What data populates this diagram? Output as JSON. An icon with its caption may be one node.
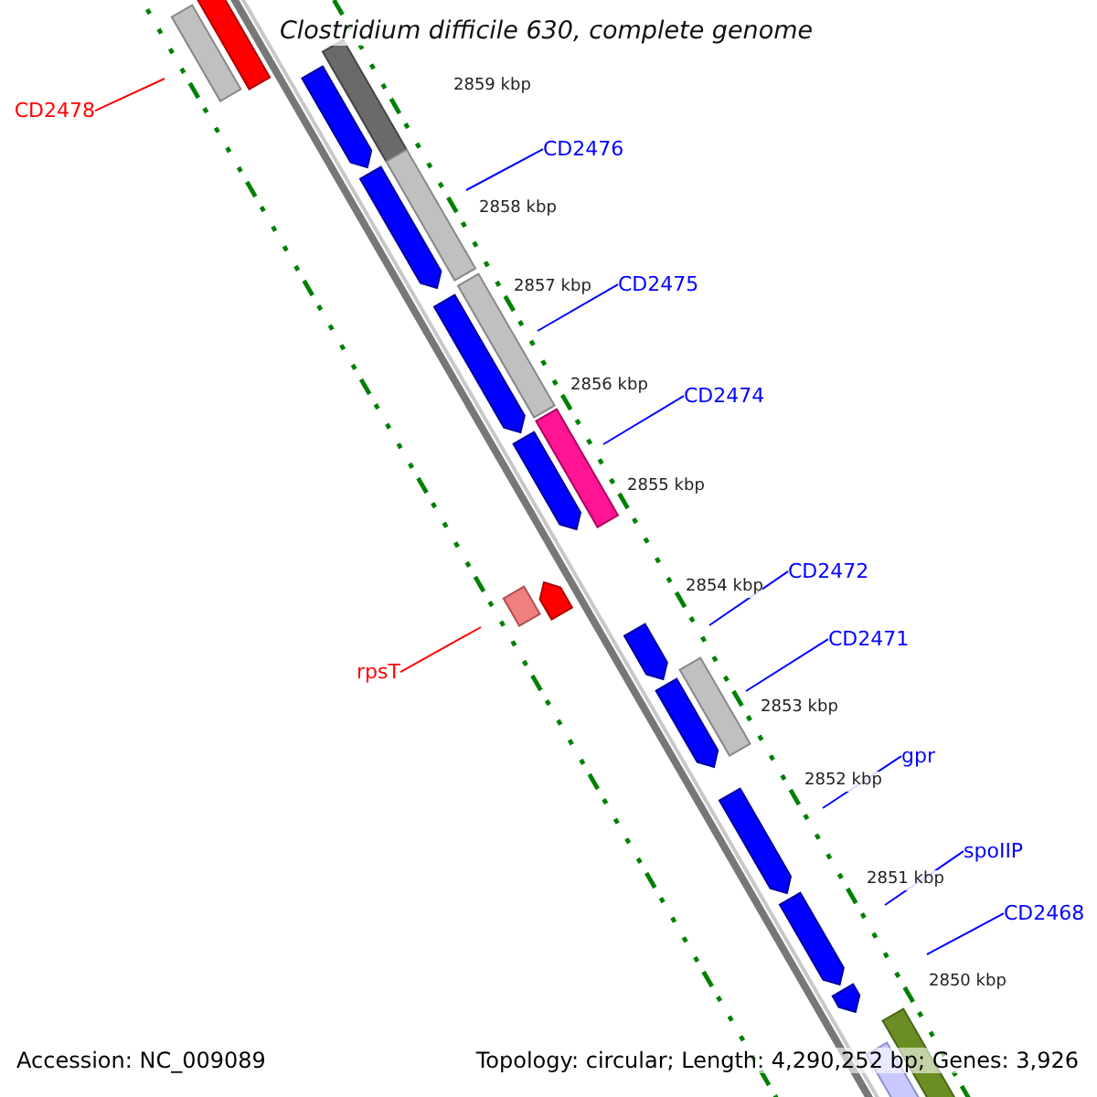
{
  "diagram": {
    "title": "Clostridium difficile 630, complete genome",
    "nodes": [
      {
        "text": [
          "CD2478"
        ]
      },
      {
        "text": [
          "CD2476"
        ]
      },
      {
        "text": [
          "CD2475"
        ]
      },
      {
        "text": [
          "CD2474"
        ]
      },
      {
        "text": [
          "CD2472"
        ]
      },
      {
        "text": [
          "CD2471"
        ]
      },
      {
        "text": [
          "rpsT"
        ]
      },
      {
        "text": [
          "gpr"
        ]
      },
      {
        "text": [
          "spoIIP"
        ]
      },
      {
        "text": [
          "CD2468"
        ]
      }
    ],
    "edges": [
      {
        "from": 0,
        "to": null,
        "arrow": "none",
        "color": "#ff0000"
      },
      {
        "from": 1,
        "to": null,
        "arrow": "none"
      },
      {
        "from": 2,
        "to": null,
        "arrow": "none"
      },
      {
        "from": 3,
        "to": null,
        "arrow": "none"
      },
      {
        "from": 4,
        "to": null,
        "arrow": "none"
      },
      {
        "from": 5,
        "to": null,
        "arrow": "none"
      },
      {
        "from": 6,
        "to": null,
        "arrow": "none",
        "color": "#ff0000"
      },
      {
        "from": 7,
        "to": null,
        "arrow": "none"
      },
      {
        "from": 8,
        "to": null,
        "arrow": "none"
      },
      {
        "from": 9,
        "to": null,
        "arrow": "none"
      }
    ],
    "labels": [
      "2859 kbp",
      "2858 kbp",
      "2857 kbp",
      "2856 kbp",
      "2855 kbp",
      "2854 kbp",
      "2853 kbp",
      "2852 kbp",
      "2851 kbp",
      "2850 kbp",
      "Accession: NC_009089",
      "Topology: circular; Length: 4,290,252 bp; Genes: 3,926"
    ]
  }
}
